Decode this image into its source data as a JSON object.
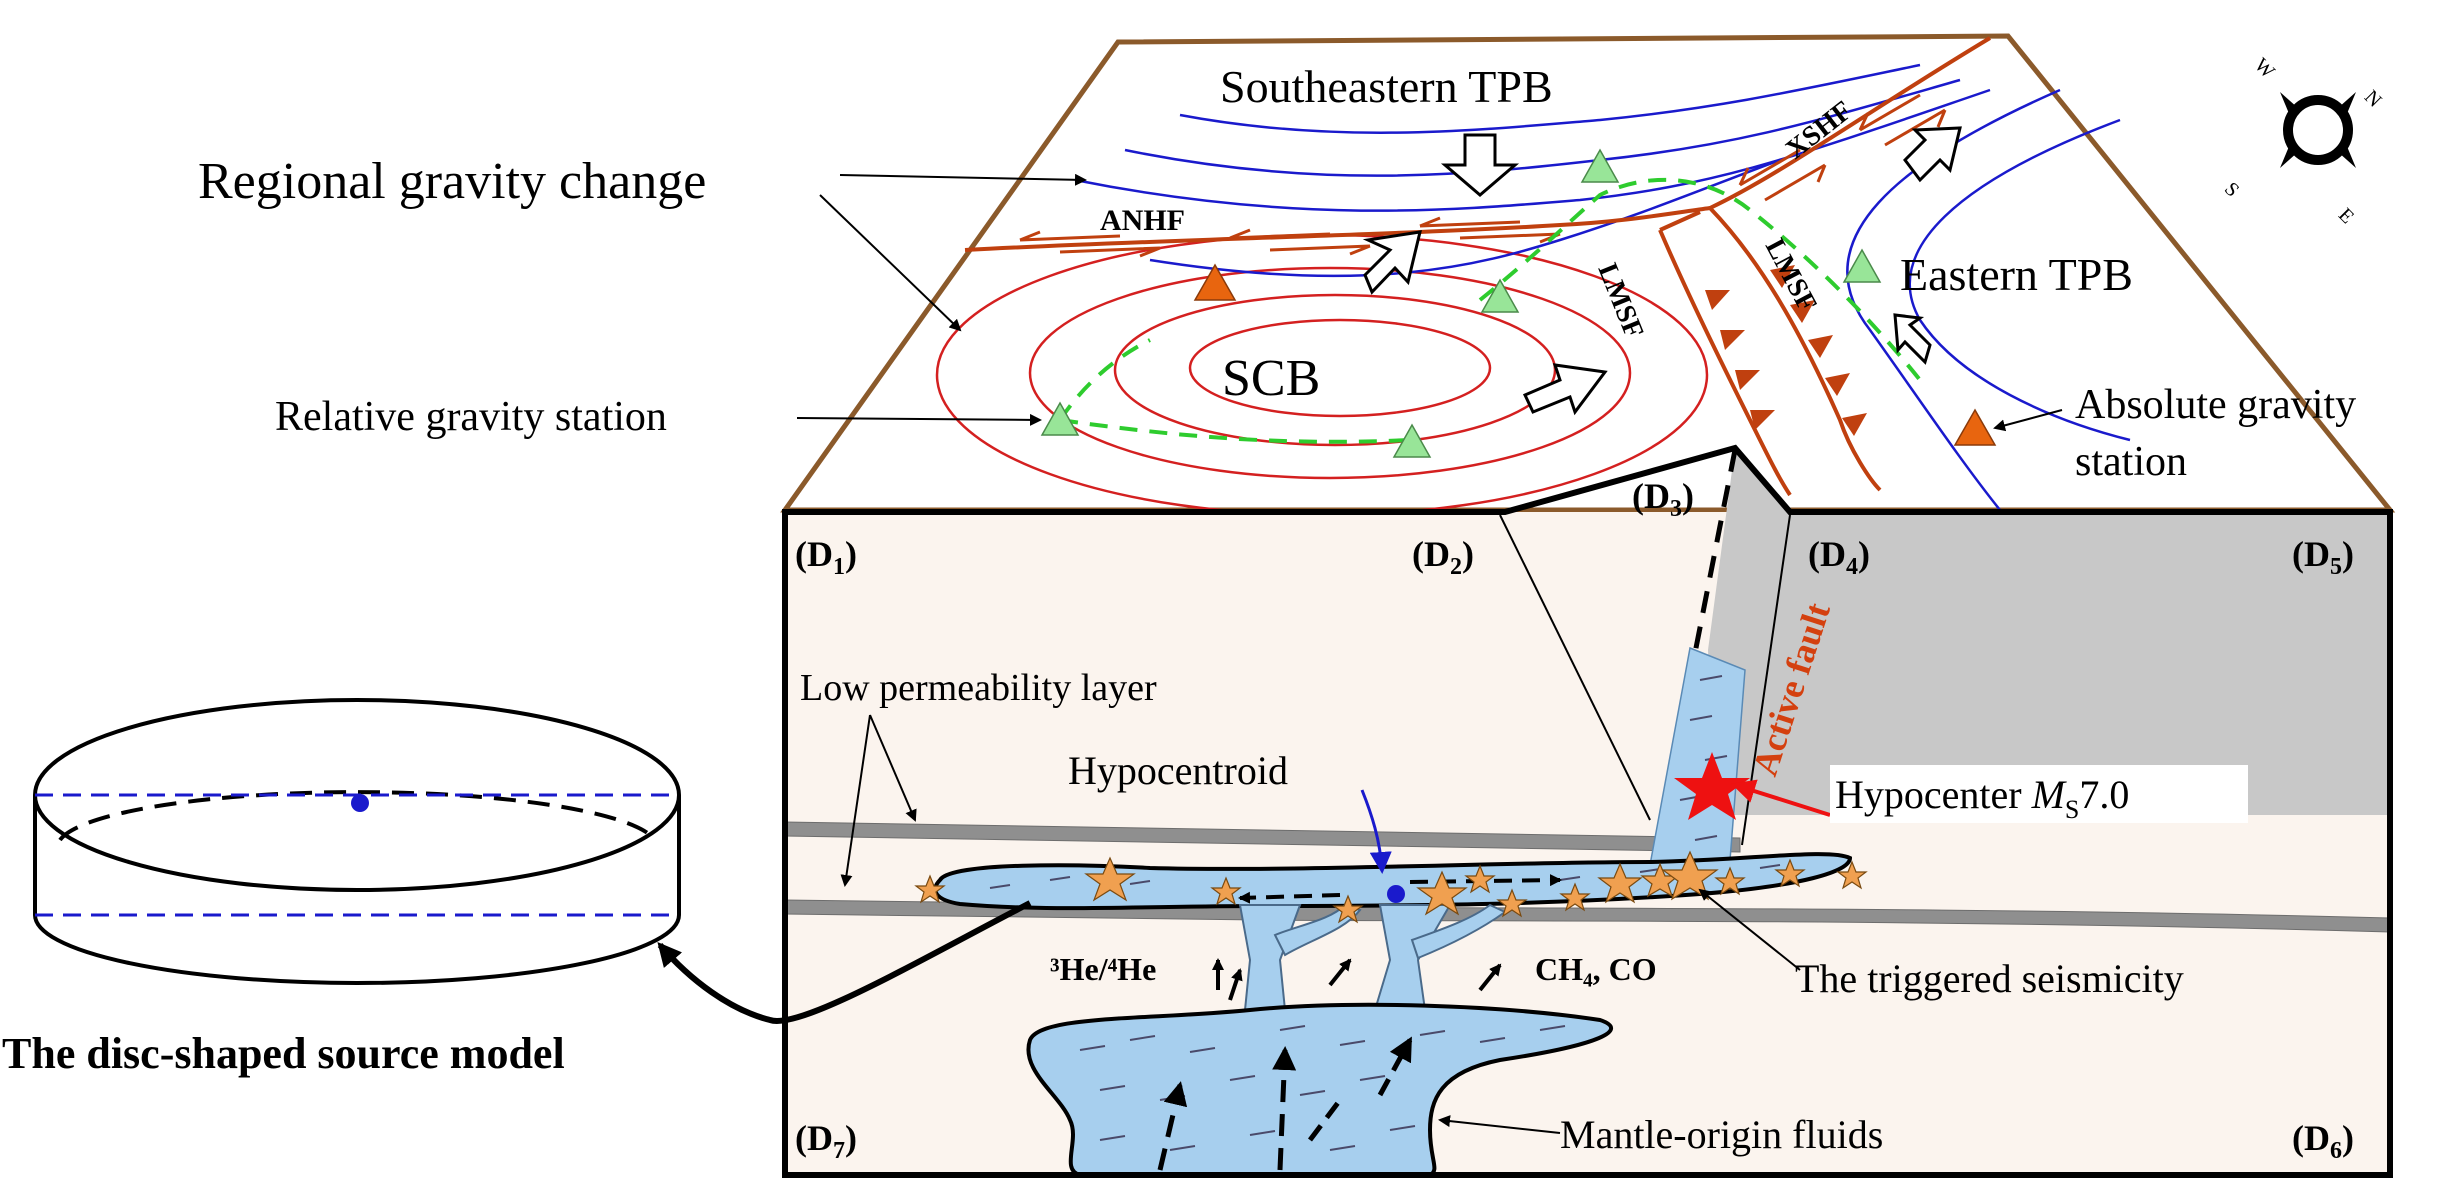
{
  "top_surface": {
    "regions": [
      "Southeastern TPB",
      "Eastern TPB",
      "SCB"
    ],
    "faults": [
      "ANHF",
      "XSHF",
      "LMSF",
      "LMSF"
    ]
  },
  "annotations": {
    "regional_gravity_change": "Regional gravity change",
    "relative_gravity_station": "Relative gravity station",
    "absolute_gravity_line1": "Absolute gravity",
    "absolute_gravity_line2": "station",
    "low_permeability_layer": "Low permeability layer",
    "hypocentroid": "Hypocentroid",
    "hypocenter_prefix": "Hypocenter ",
    "hypocenter_m": "M",
    "hypocenter_sub": "S",
    "hypocenter_value": "7.0",
    "active_fault": "Active fault",
    "triggered_seismicity": "The triggered seismicity",
    "mantle_fluids": "Mantle-origin fluids",
    "he_ratio": "³He/⁴He",
    "ch4_co": "CH₄, CO",
    "disc_model": "The disc-shaped source model"
  },
  "corner_labels": [
    {
      "base": "(D",
      "sub": "1",
      "close": ")"
    },
    {
      "base": "(D",
      "sub": "2",
      "close": ")"
    },
    {
      "base": "(D",
      "sub": "3",
      "close": ")"
    },
    {
      "base": "(D",
      "sub": "4",
      "close": ")"
    },
    {
      "base": "(D",
      "sub": "5",
      "close": ")"
    },
    {
      "base": "(D",
      "sub": "6",
      "close": ")"
    },
    {
      "base": "(D",
      "sub": "7",
      "close": ")"
    }
  ],
  "compass": [
    "W",
    "N",
    "S",
    "E"
  ],
  "colors": {
    "surface_border": "#8b5a2b",
    "fault": "#c0400f",
    "gravity_contour_red": "#d42020",
    "gravity_contour_blue": "#1a1acc",
    "station_green": "#98e598",
    "station_orange": "#e8650f",
    "fluid": "#a7cfee",
    "block": "#c8c8c8",
    "crust": "#fbf4ee",
    "star": "#f0a050",
    "hypocenter": "#ee1111"
  }
}
